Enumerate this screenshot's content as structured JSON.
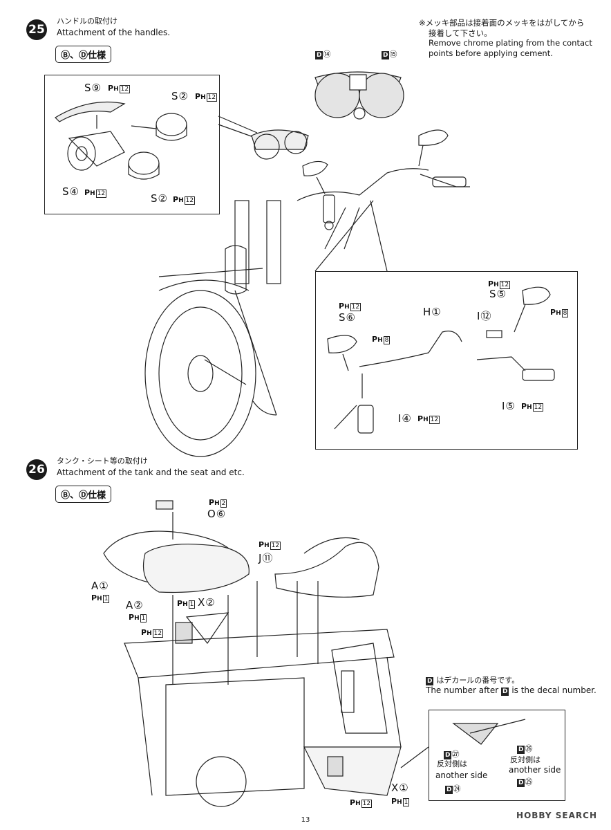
{
  "step25": {
    "number": "25",
    "title_jp": "ハンドルの取付け",
    "title_en": "Attachment of the handles.",
    "spec": "Ⓑ、Ⓓ仕様",
    "note_jp_1": "※メッキ部品は接着面のメッキをはがしてから",
    "note_jp_2": "接着して下さい。",
    "note_en_1": "Remove chrome plating from the contact",
    "note_en_2": "points before applying cement.",
    "decal_left": "⑭",
    "decal_right": "⑮",
    "decal_letter": "D",
    "inset_labels": {
      "s9": "S⑨",
      "s2a": "S②",
      "s4": "S④",
      "s2b": "S②"
    },
    "inset2_labels": {
      "s5": "S⑤",
      "s6": "S⑥",
      "h1": "H①",
      "i12": "I⑫",
      "i5": "I⑤",
      "i4": "I④"
    },
    "ph_prefix": "P",
    "ph_sub": "H",
    "ph12": "12",
    "ph8": "8"
  },
  "step26": {
    "number": "26",
    "title_jp": "タンク・シート等の取付け",
    "title_en": "Attachment of the tank and the seat and etc.",
    "spec": "Ⓑ、Ⓓ仕様",
    "labels": {
      "o6": "O⑥",
      "j11": "J⑪",
      "a1": "A①",
      "a2": "A②",
      "x2": "X②",
      "x1": "X①"
    },
    "ph1": "1",
    "ph2": "2",
    "ph12": "12",
    "decal_note_jp": "はデカールの番号です。",
    "decal_note_en_pre": "The number after",
    "decal_note_en_post": "is the decal number.",
    "decal_27": "㉗",
    "decal_26": "㉖",
    "decal_24": "㉔",
    "decal_25": "㉕",
    "other_side_jp": "反対側は",
    "other_side_en": "another side"
  },
  "page_number": "13",
  "watermark": "HOBBY SEARCH"
}
